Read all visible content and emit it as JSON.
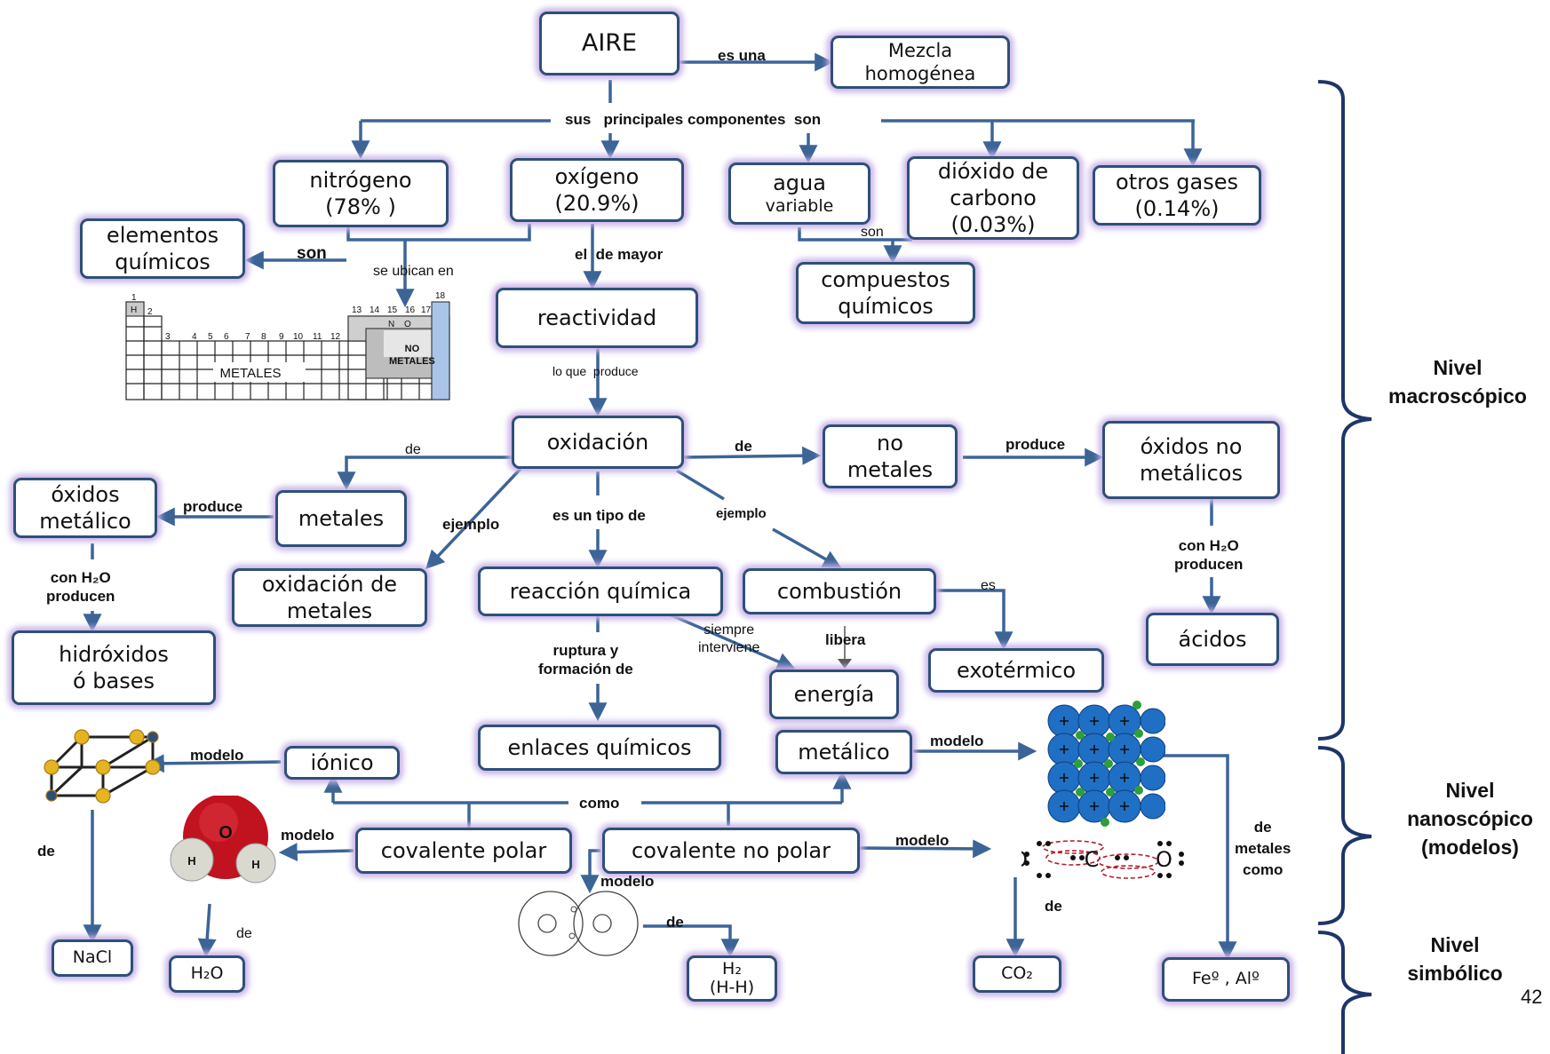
{
  "nodes": {
    "aire": "AIRE",
    "mezcla": "Mezcla\nhomogénea",
    "nitrogeno": "nitrógeno\n(78% )",
    "oxigeno": "oxígeno\n(20.9%)",
    "agua_main": "agua",
    "agua_sub": "variable",
    "dioxido": "dióxido de\ncarbono\n(0.03%)",
    "otros": "otros gases\n(0.14%)",
    "elementos": "elementos\nquímicos",
    "compuestos": "compuestos\nquímicos",
    "reactividad": "reactividad",
    "oxidacion": "oxidación",
    "no_metales": "no\nmetales",
    "oxidos_no_metalicos": "óxidos no\nmetálicos",
    "oxidos_metalico": "óxidos\nmetálico",
    "metales": "metales",
    "oxidacion_metales": "oxidación de\nmetales",
    "reaccion": "reacción química",
    "combustion": "combustión",
    "hidroxidos": "hidróxidos\nó  bases",
    "exotermico": "exotérmico",
    "acidos": "ácidos",
    "energia": "energía",
    "enlaces": "enlaces químicos",
    "ionico": "iónico",
    "metalico": "metálico",
    "covalente_polar": "covalente polar",
    "covalente_no_polar": "covalente no polar",
    "nacl": "NaCl",
    "h2o": "H₂O",
    "h2": "H₂\n(H-H)",
    "co2": "CO₂",
    "fe_al": "Feº , Alº"
  },
  "links": {
    "es_una": "es una",
    "sus_componentes": "sus   principales componentes  son",
    "son_elementos": "son",
    "se_ubican": "se ubican en",
    "el_de_mayor": "el  de mayor",
    "son_compuestos": "son",
    "lo_que_produce": "lo que  produce",
    "de_metales": "de",
    "de_no_metales": "de",
    "produce_no_met": "produce",
    "produce_met": "produce",
    "ejemplo_left": "ejemplo",
    "es_un_tipo": "es un tipo de",
    "ejemplo_right": "ejemplo",
    "con_h2o_left": "con H₂O\nproducen",
    "con_h2o_right": "con H₂O\nproducen",
    "es": "es",
    "siempre_interviene": "siempre\ninterviene",
    "libera": "libera",
    "ruptura": "ruptura  y\nformación de",
    "modelo_ionico": "modelo",
    "modelo_metalico": "modelo",
    "como": "como",
    "modelo_polar": "modelo",
    "modelo_no_polar": "modelo",
    "modelo_h2": "modelo",
    "de_nacl": "de",
    "de_h2o": "de",
    "de_h2": "de",
    "de_co2": "de",
    "de_metales_como": "de\nmetales\ncomo"
  },
  "periodic_table": {
    "group_labels": [
      "1",
      "2",
      "3",
      "4",
      "5",
      "6",
      "7",
      "8",
      "9",
      "10",
      "11",
      "12",
      "13",
      "14",
      "15",
      "16",
      "17",
      "18"
    ],
    "h_symbol": "H",
    "n_symbol": "N",
    "o_symbol": "O",
    "metales_label": "METALES",
    "no_metales_label": "NO\nMETALES"
  },
  "molecule_labels": {
    "water_o": "O",
    "water_h1": "H",
    "water_h2": "H",
    "co2_text": "O C O"
  },
  "levels": {
    "macro": "Nivel\nmacroscópico",
    "nano": "Nivel\nnanoscópico\n(modelos)",
    "simbolico": "Nivel\nsimbólico"
  },
  "page_number": "42",
  "colors": {
    "arrow": "#3c6497",
    "node_border": "#2f4f79",
    "glow": "#c8b3e6",
    "bracket": "#1f3569",
    "metal_sphere": "#1f6fc4",
    "electron": "#2e9e3a",
    "oxygen_red": "#c1121f",
    "ion_gold": "#e6b422"
  }
}
